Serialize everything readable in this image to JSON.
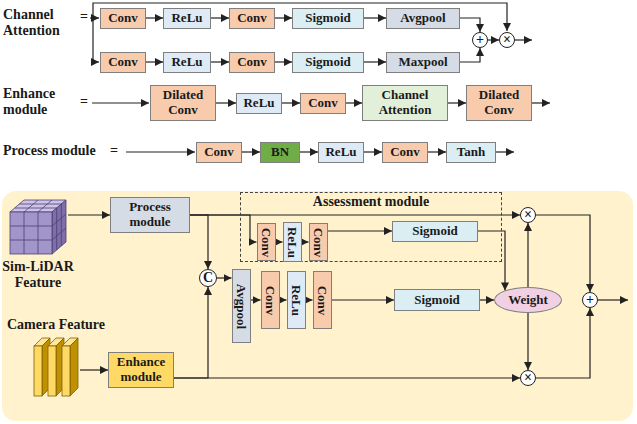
{
  "diagram": {
    "nodes": [
      {
        "text": [
          "Conv"
        ]
      },
      {
        "text": [
          "ReLu"
        ]
      },
      {
        "text": [
          "Conv"
        ]
      },
      {
        "text": [
          "Sigmoid"
        ]
      },
      {
        "text": [
          "Avgpool"
        ]
      },
      {
        "text": [
          "Conv"
        ]
      },
      {
        "text": [
          "ReLu"
        ]
      },
      {
        "text": [
          "Conv"
        ]
      },
      {
        "text": [
          "Sigmoid"
        ]
      },
      {
        "text": [
          "Maxpool"
        ]
      },
      {
        "text": [
          "+"
        ]
      },
      {
        "text": [
          "×"
        ]
      },
      {
        "text": [
          "Dilated Conv"
        ]
      },
      {
        "text": [
          "ReLu"
        ]
      },
      {
        "text": [
          "Conv"
        ]
      },
      {
        "text": [
          "Channel Attention"
        ]
      },
      {
        "text": [
          "Dilated Conv"
        ]
      },
      {
        "text": [
          "Conv"
        ]
      },
      {
        "text": [
          "BN"
        ]
      },
      {
        "text": [
          "ReLu"
        ]
      },
      {
        "text": [
          "Conv"
        ]
      },
      {
        "text": [
          "Tanh"
        ]
      },
      {
        "text": [
          "Sim-LiDAR Feature"
        ]
      },
      {
        "text": [
          "Process module"
        ]
      },
      {
        "text": [
          "Assessment module"
        ]
      },
      {
        "text": [
          "Conv"
        ],
        "in": 24
      },
      {
        "text": [
          "ReLu"
        ],
        "in": 24
      },
      {
        "text": [
          "Conv"
        ],
        "in": 24
      },
      {
        "text": [
          "Sigmoid"
        ],
        "in": 24
      },
      {
        "text": [
          "×"
        ]
      },
      {
        "text": [
          "C"
        ]
      },
      {
        "text": [
          "Avgpool"
        ]
      },
      {
        "text": [
          "Conv"
        ]
      },
      {
        "text": [
          "ReLu"
        ]
      },
      {
        "text": [
          "Conv"
        ]
      },
      {
        "text": [
          "Sigmoid"
        ]
      },
      {
        "text": [
          "Weight"
        ]
      },
      {
        "text": [
          "+"
        ]
      },
      {
        "text": [
          "Camera Feature"
        ]
      },
      {
        "text": [
          "Enhance module"
        ]
      },
      {
        "text": [
          "×"
        ]
      }
    ],
    "edges": [
      {
        "from": 0,
        "to": 1,
        "arrow": "to"
      },
      {
        "from": 1,
        "to": 2,
        "arrow": "to"
      },
      {
        "from": 2,
        "to": 3,
        "arrow": "to"
      },
      {
        "from": 3,
        "to": 4,
        "arrow": "to"
      },
      {
        "from": 4,
        "to": 10,
        "arrow": "to"
      },
      {
        "from": 5,
        "to": 6,
        "arrow": "to"
      },
      {
        "from": 6,
        "to": 7,
        "arrow": "to"
      },
      {
        "from": 7,
        "to": 8,
        "arrow": "to"
      },
      {
        "from": 8,
        "to": 9,
        "arrow": "to"
      },
      {
        "from": 9,
        "to": 10,
        "arrow": "to"
      },
      {
        "from": 10,
        "to": 11,
        "arrow": "to"
      },
      {
        "from": 12,
        "to": 13,
        "arrow": "to"
      },
      {
        "from": 13,
        "to": 14,
        "arrow": "to"
      },
      {
        "from": 14,
        "to": 15,
        "arrow": "to"
      },
      {
        "from": 15,
        "to": 16,
        "arrow": "to"
      },
      {
        "from": 17,
        "to": 18,
        "arrow": "to"
      },
      {
        "from": 18,
        "to": 19,
        "arrow": "to"
      },
      {
        "from": 19,
        "to": 20,
        "arrow": "to"
      },
      {
        "from": 20,
        "to": 21,
        "arrow": "to"
      },
      {
        "from": 22,
        "to": 23,
        "arrow": "to"
      },
      {
        "from": 23,
        "to": 29,
        "arrow": "to"
      },
      {
        "from": 23,
        "to": 25,
        "arrow": "to"
      },
      {
        "from": 23,
        "to": 30,
        "arrow": "to"
      },
      {
        "from": 25,
        "to": 26,
        "arrow": "to"
      },
      {
        "from": 26,
        "to": 27,
        "arrow": "to"
      },
      {
        "from": 27,
        "to": 28,
        "arrow": "to"
      },
      {
        "from": 28,
        "to": 36,
        "arrow": "to"
      },
      {
        "from": 30,
        "to": 31,
        "arrow": "to"
      },
      {
        "from": 31,
        "to": 32,
        "arrow": "to"
      },
      {
        "from": 32,
        "to": 33,
        "arrow": "to"
      },
      {
        "from": 33,
        "to": 34,
        "arrow": "to"
      },
      {
        "from": 34,
        "to": 35,
        "arrow": "to"
      },
      {
        "from": 35,
        "to": 36,
        "arrow": "to"
      },
      {
        "from": 36,
        "to": 29,
        "arrow": "to"
      },
      {
        "from": 36,
        "to": 40,
        "arrow": "to"
      },
      {
        "from": 29,
        "to": 37,
        "arrow": "to"
      },
      {
        "from": 40,
        "to": 37,
        "arrow": "to"
      },
      {
        "from": 38,
        "to": 39,
        "arrow": "to"
      },
      {
        "from": 39,
        "to": 30,
        "arrow": "to"
      },
      {
        "from": 39,
        "to": 40,
        "arrow": "to"
      }
    ],
    "labels": [
      "Channel Attention",
      "=",
      "Enhance module",
      "=",
      "Process module",
      "="
    ]
  }
}
